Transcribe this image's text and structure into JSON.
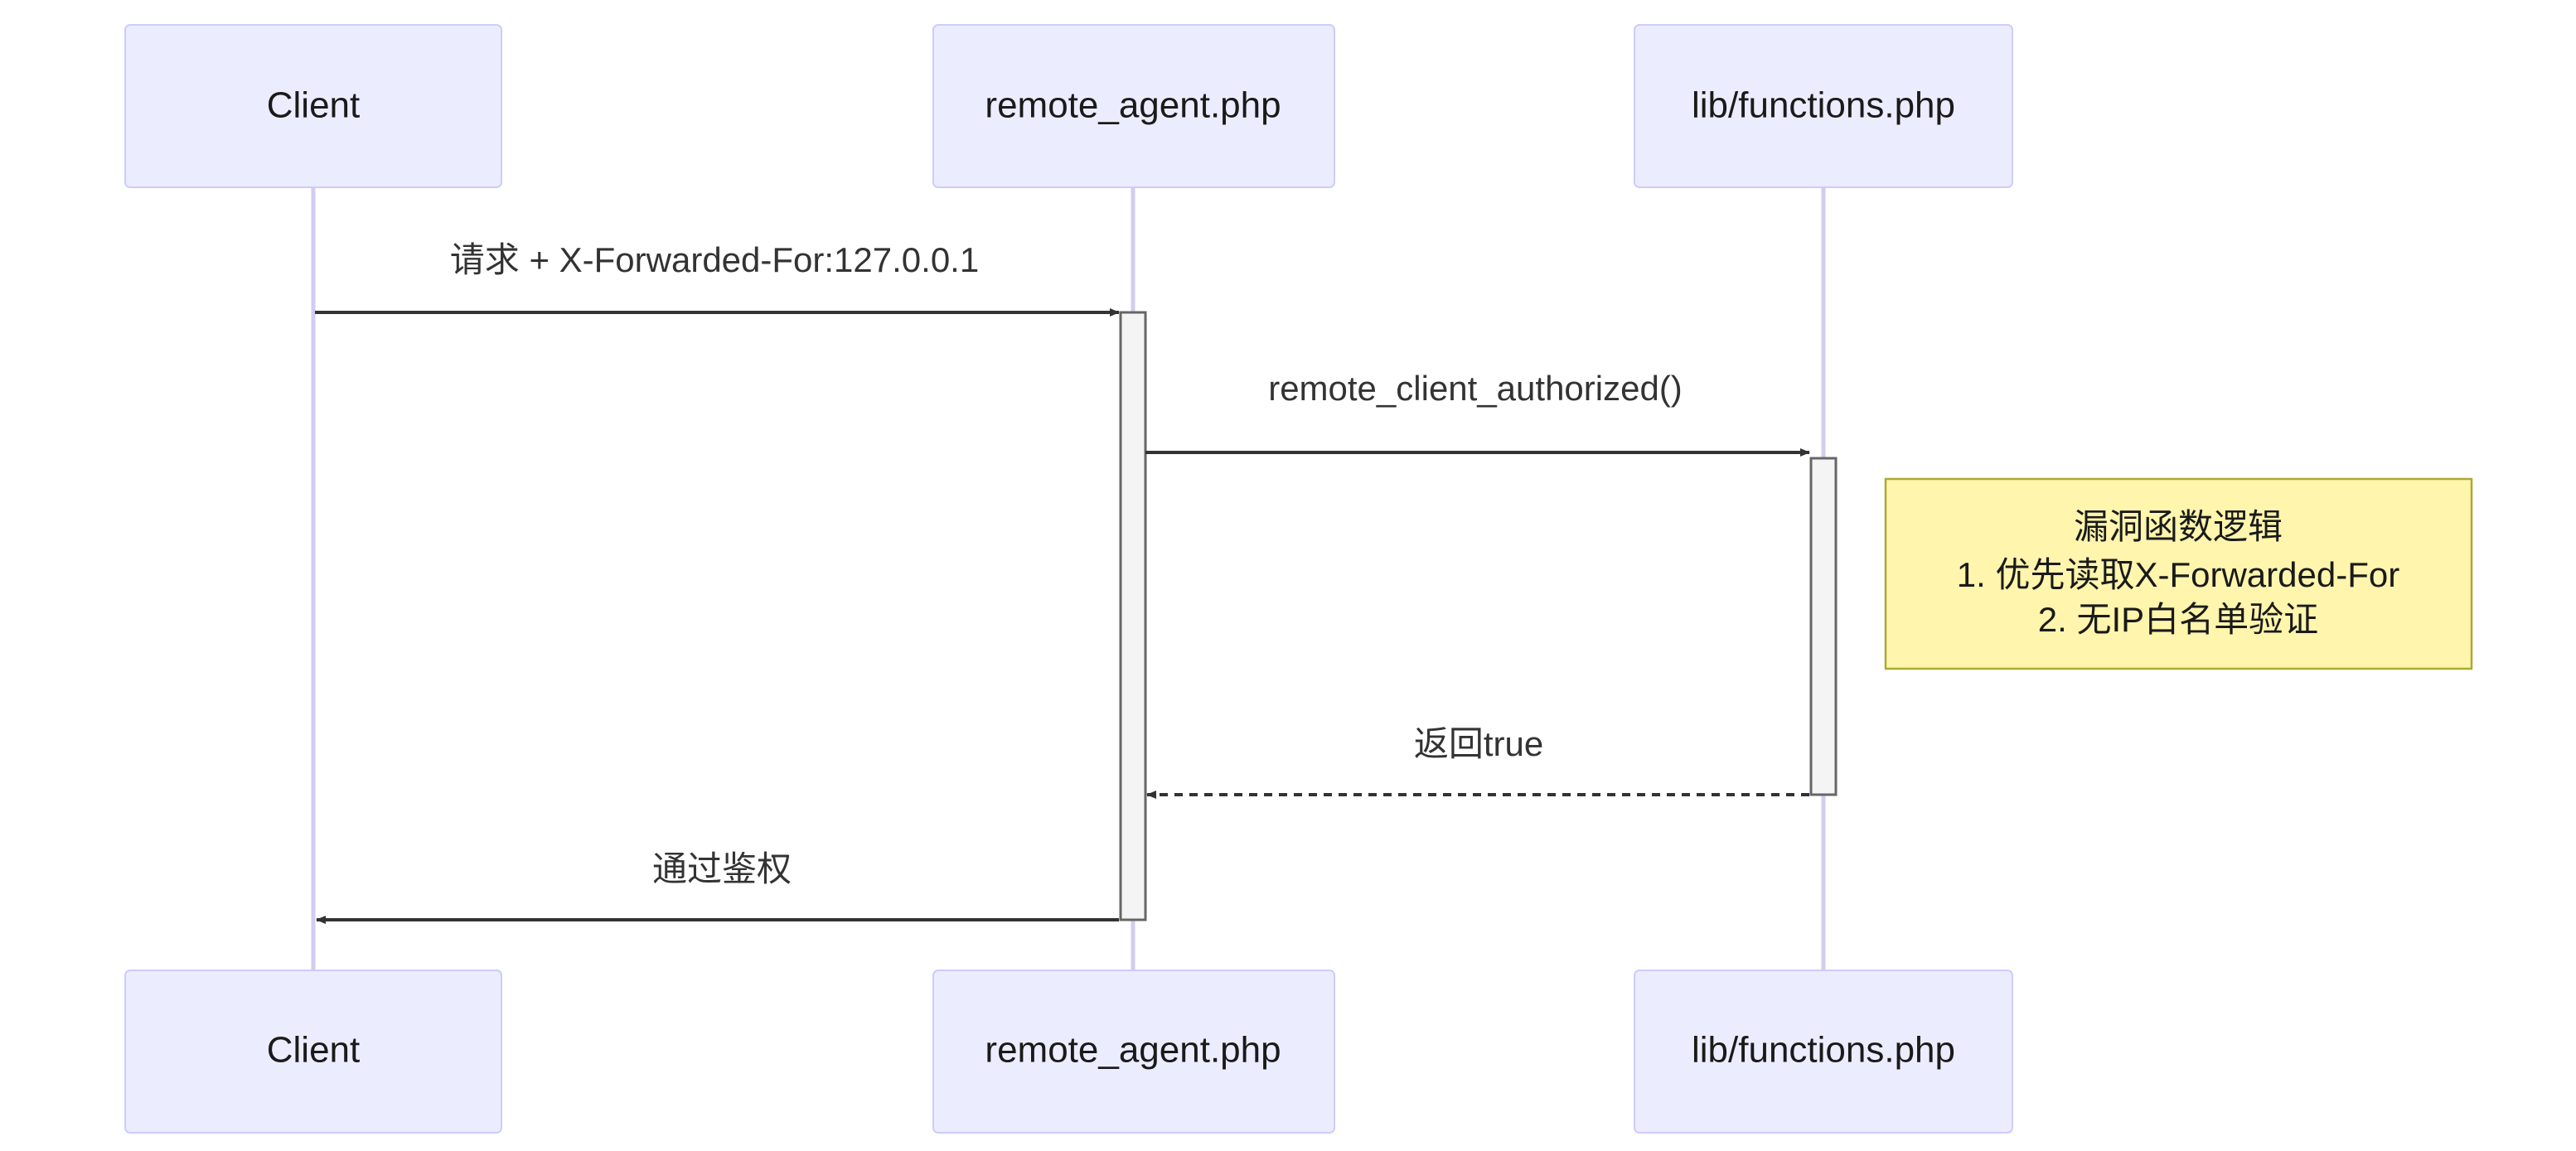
{
  "participants": {
    "client": "Client",
    "agent": "remote_agent.php",
    "functions": "lib/functions.php"
  },
  "messages": {
    "m1": "请求 + X-Forwarded-For:127.0.0.1",
    "m2": "remote_client_authorized()",
    "m3": "返回true",
    "m4": "通过鉴权"
  },
  "note": {
    "line1": "漏洞函数逻辑",
    "line2": "1. 优先读取X-Forwarded-For",
    "line3": "2. 无IP白名单验证"
  },
  "colors": {
    "actor_fill": "#ECECFF",
    "actor_border": "#CCCCFF",
    "lifeline": "#D3CCF0",
    "note_fill": "#FFF5AD",
    "note_border": "#AAAA33",
    "arrow": "#333333"
  }
}
